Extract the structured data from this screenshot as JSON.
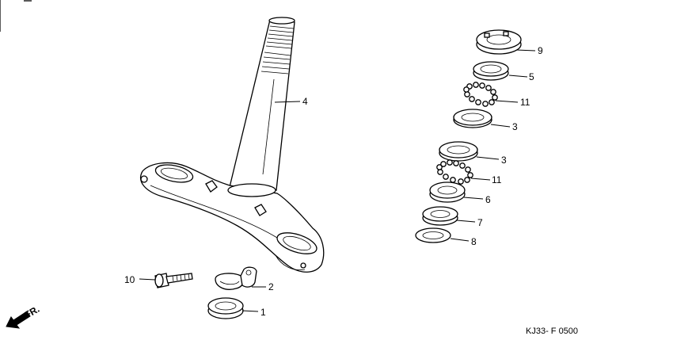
{
  "diagram_code": "KJ33- F 0500",
  "fr_label": "FR.",
  "callouts": [
    {
      "id": "c9",
      "label": "9"
    },
    {
      "id": "c5",
      "label": "5"
    },
    {
      "id": "c11a",
      "label": "11"
    },
    {
      "id": "c3a",
      "label": "3"
    },
    {
      "id": "c4",
      "label": "4"
    },
    {
      "id": "c3b",
      "label": "3"
    },
    {
      "id": "c11b",
      "label": "11"
    },
    {
      "id": "c6",
      "label": "6"
    },
    {
      "id": "c7",
      "label": "7"
    },
    {
      "id": "c8",
      "label": "8"
    },
    {
      "id": "c10",
      "label": "10"
    },
    {
      "id": "c2",
      "label": "2"
    },
    {
      "id": "c1",
      "label": "1"
    }
  ]
}
